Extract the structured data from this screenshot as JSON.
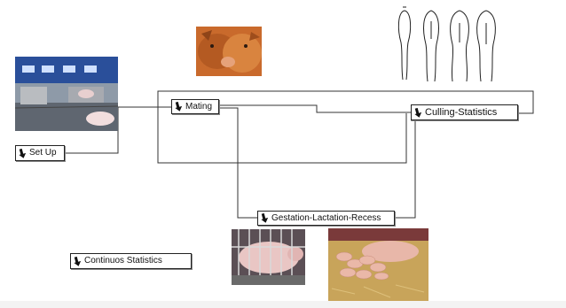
{
  "nodes": {
    "setup": "Set Up",
    "mating": "Mating",
    "culling": "Culling-Statistics",
    "gestation": "Gestation-Lactation-Recess",
    "continuos": "Continuos Statistics"
  },
  "icons": {
    "node_arrow": "arrow-down-right-icon"
  },
  "images": {
    "barn": "pig-barn-photo",
    "heads": "pig-heads-photo",
    "outlines": "sow-rear-view-drawings",
    "crate": "sow-in-gestation-crate-photo",
    "litter": "sow-with-piglets-photo"
  },
  "colors": {
    "line": "#333333",
    "box_border": "#222222"
  }
}
